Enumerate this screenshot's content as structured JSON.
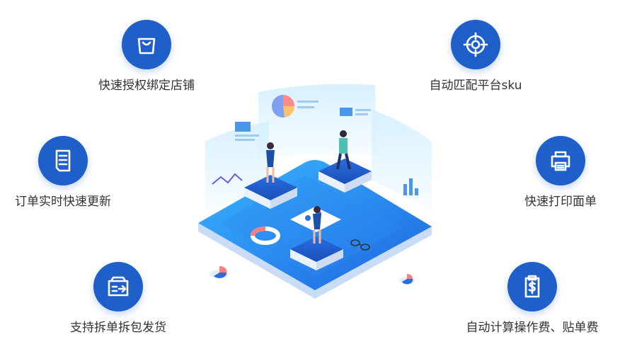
{
  "features": {
    "store_binding": {
      "label": "快速授权绑定店铺",
      "icon": "shopping-bag-icon"
    },
    "sku_matching": {
      "label": "自动匹配平台sku",
      "icon": "target-icon"
    },
    "order_update": {
      "label": "订单实时快速更新",
      "icon": "document-icon"
    },
    "fast_print": {
      "label": "快速打印面单",
      "icon": "printer-icon"
    },
    "split_ship": {
      "label": "支持拆单拆包发货",
      "icon": "box-arrow-icon"
    },
    "fee_calc": {
      "label": "自动计算操作费、贴单费",
      "icon": "dollar-receipt-icon"
    }
  },
  "colors": {
    "icon_badge": "#1f5fc9",
    "platform": "#2d7ef0",
    "platform_light": "#6fb8ff",
    "panel": "#bfe6ff"
  }
}
